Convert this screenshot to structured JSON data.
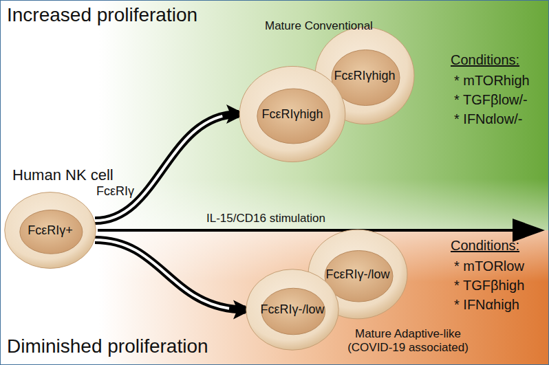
{
  "diagram": {
    "nodes": [
      {
        "text": [
          "Human NK cell",
          "FcεRIγ+"
        ]
      },
      {
        "text": [
          "FcεRIγhigh"
        ]
      },
      {
        "text": [
          "FcεRIγhigh"
        ]
      },
      {
        "text": [
          "FcεRIγ-/low"
        ]
      },
      {
        "text": [
          "FcεRIγ-/low"
        ]
      }
    ],
    "edges": [
      {
        "from": 0,
        "to": 2,
        "arrow": "to"
      },
      {
        "from": 0,
        "to": 4,
        "arrow": "to"
      }
    ],
    "labels": [
      "Increased proliferation",
      "Mature Conventional",
      "Conditions:",
      "* mTORhigh",
      "* TGFβlow/-",
      "* IFNαlow/-",
      "FcεRIγ",
      "IL-15/CD16 stimulation",
      "Conditions:",
      "* mTORlow",
      "* TGFβhigh",
      "* IFNαhigh",
      "Mature Adaptive-like (COVID-19 associated)",
      "Diminished proliferation"
    ]
  }
}
